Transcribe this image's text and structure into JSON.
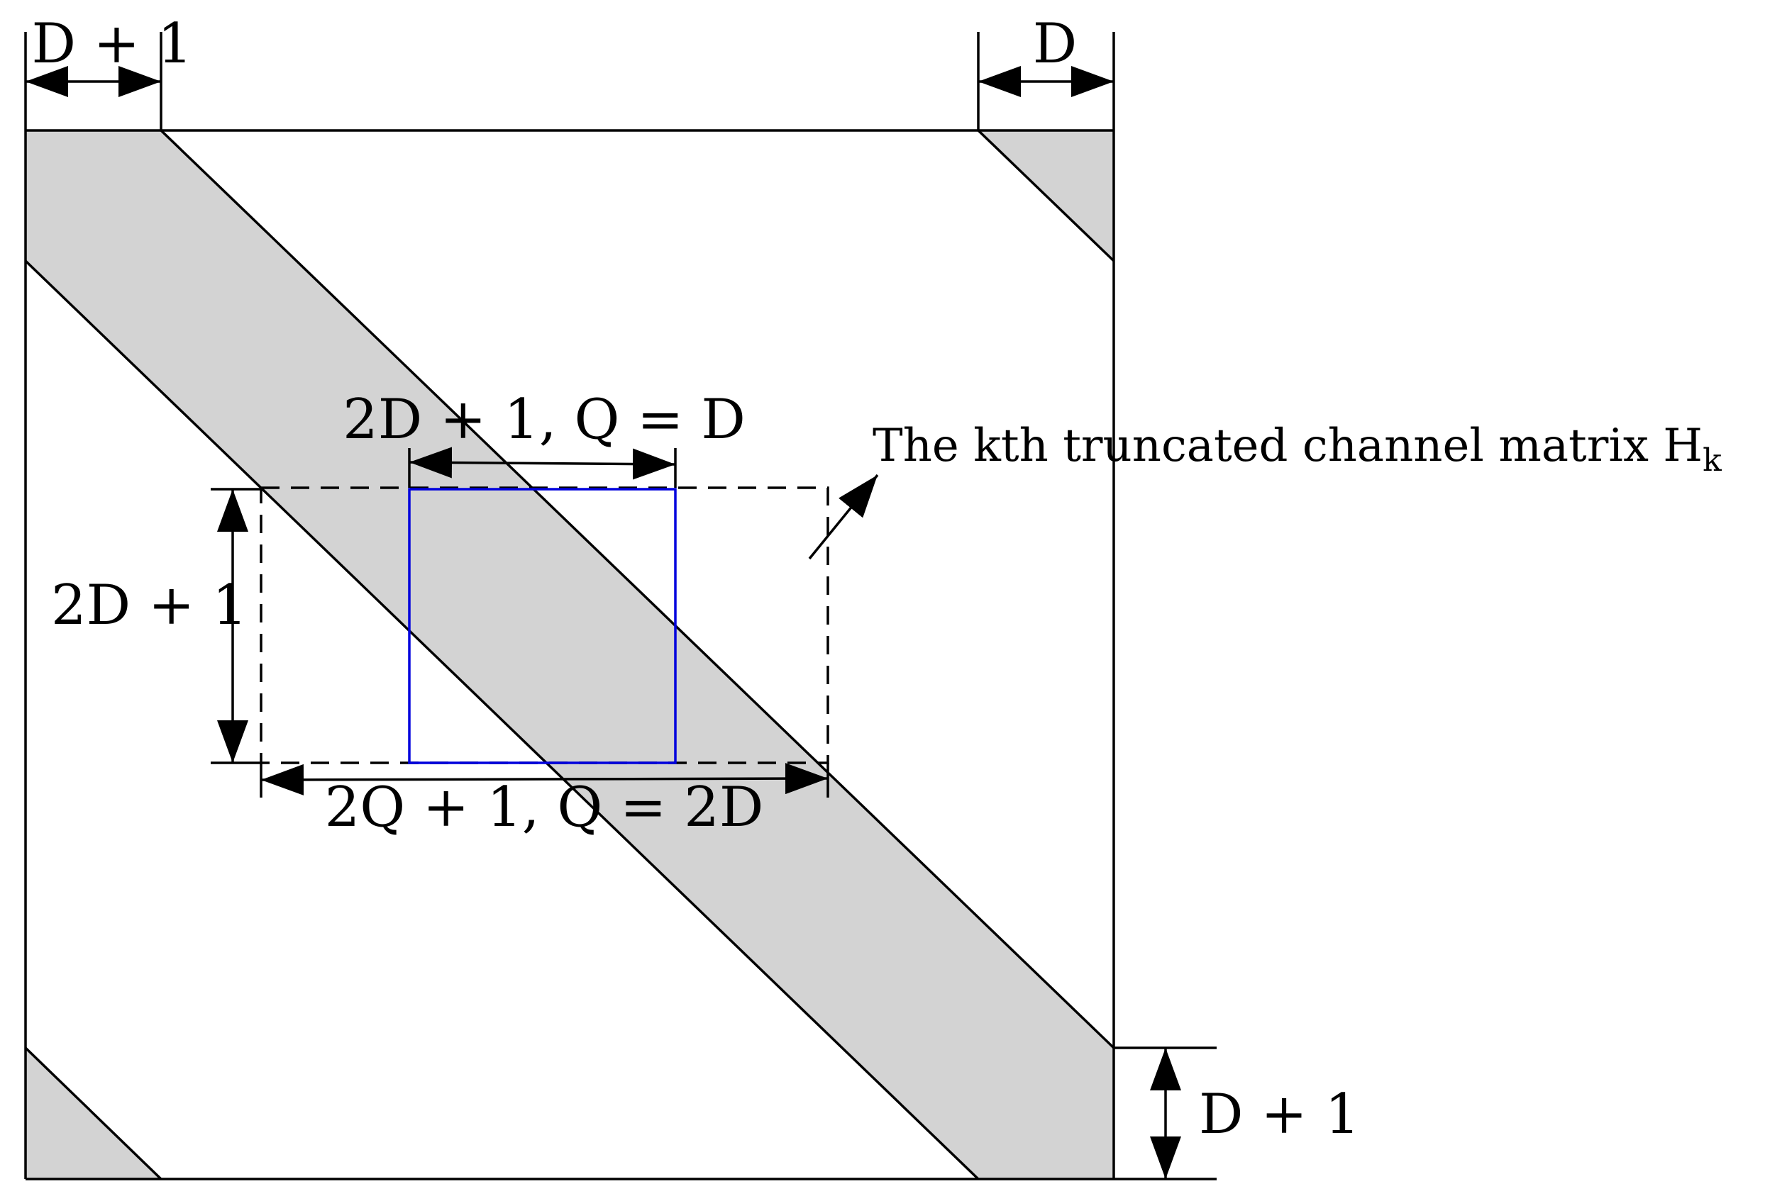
{
  "colors": {
    "band_fill": "#d3d3d3",
    "stroke": "#000000",
    "highlight": "#0000dd"
  },
  "labels": {
    "top_left_width": "D + 1",
    "top_right_width": "D",
    "bottom_right_height": "D + 1",
    "inner_width": "2D + 1, Q = D",
    "left_height": "2D + 1",
    "bottom_width": "2Q + 1, Q = 2D",
    "callout": "The kth truncated channel matrix H",
    "callout_subscript": "k"
  }
}
